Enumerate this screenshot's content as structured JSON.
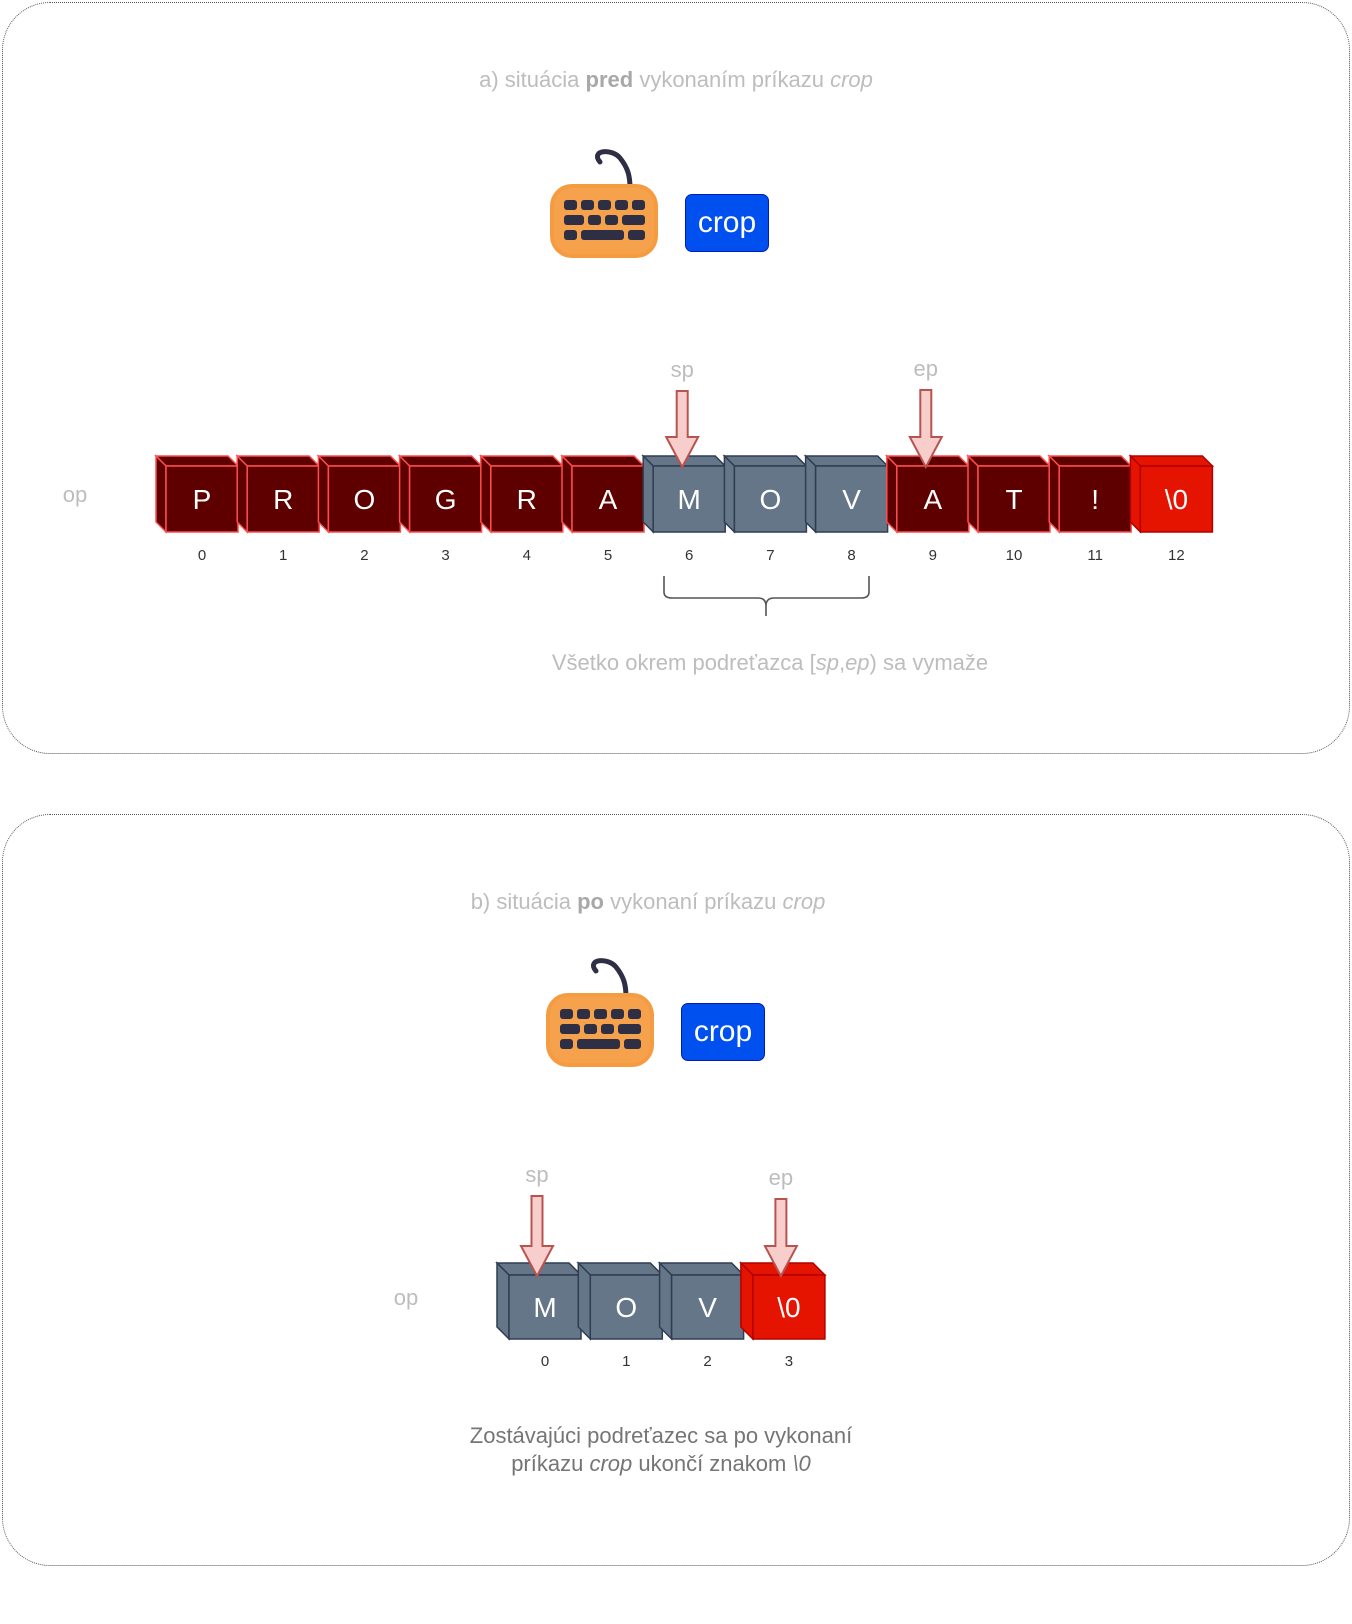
{
  "panel_a": {
    "title_prefix": "a) situácia ",
    "title_bold": "pred",
    "title_middle": " vykonaním príkazu ",
    "title_italic": "crop",
    "command_label": "crop",
    "string_name": "op",
    "cells": [
      "P",
      "R",
      "O",
      "G",
      "R",
      "A",
      "M",
      "O",
      "V",
      "A",
      "T",
      "!",
      "\\0"
    ],
    "indices": [
      "0",
      "1",
      "2",
      "3",
      "4",
      "5",
      "6",
      "7",
      "8",
      "9",
      "10",
      "11",
      "12"
    ],
    "kept_range": [
      6,
      8
    ],
    "sp_label": "sp",
    "ep_label": "ep",
    "sp_index": 6,
    "ep_index": 9,
    "caption_part1": "Všetko okrem podreťazca [",
    "caption_sp": "sp",
    "caption_comma": ",",
    "caption_ep": "ep",
    "caption_part2": ") sa vymaže"
  },
  "panel_b": {
    "title_prefix": "b) situácia ",
    "title_bold": "po",
    "title_middle": " vykonaní príkazu ",
    "title_italic": "crop",
    "command_label": "crop",
    "string_name": "op",
    "cells": [
      "M",
      "O",
      "V",
      "\\0"
    ],
    "indices": [
      "0",
      "1",
      "2",
      "3"
    ],
    "sp_label": "sp",
    "ep_label": "ep",
    "sp_index": 0,
    "ep_index": 3,
    "caption_line1": "Zostávajúci podreťazec sa po vykonaní",
    "caption_line2_part1": "príkazu ",
    "caption_line2_italic": "crop",
    "caption_line2_part2": " ukončí znakom ",
    "caption_line2_end": "\\0"
  },
  "colors": {
    "deleted_cell": "#5f0000",
    "deleted_border": "#ff4d4d",
    "kept_cell": "#647687",
    "kept_border": "#2f3d52",
    "terminator_cell": "#e51400",
    "terminator_border": "#b20000",
    "arrow_fill": "#f8cecc",
    "arrow_stroke": "#b85450",
    "command_button": "#0050ef",
    "keyboard_body": "#f59b42",
    "keyboard_keys": "#2e2f45"
  },
  "icons": {
    "keyboard": "keyboard-icon",
    "pointer": "down-arrow-icon",
    "brace": "curly-brace-icon"
  }
}
